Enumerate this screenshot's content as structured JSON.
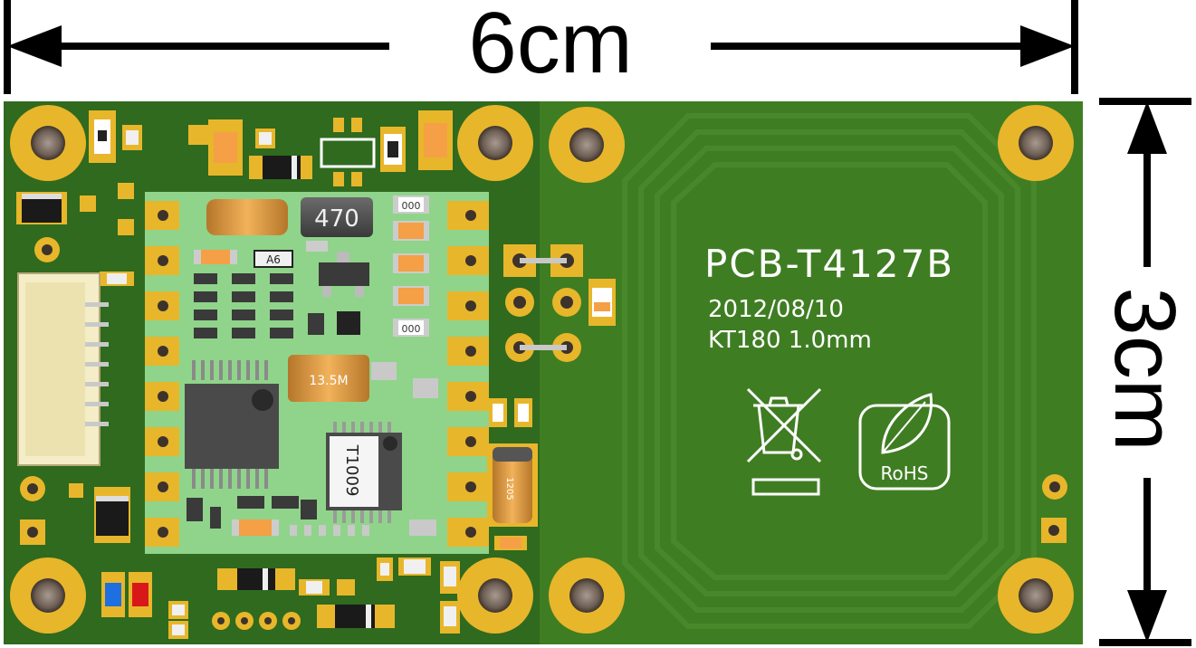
{
  "dimensions": {
    "width_label": "6cm",
    "height_label": "3cm"
  },
  "board": {
    "model": "PCB-T4127B",
    "date": "2012/08/10",
    "spec": "KT180 1.0mm",
    "rohs_label": "RoHS",
    "inductor_label": "470",
    "crystal_label": "13.5M",
    "chip_label": "T1009",
    "transistor_label": "A6",
    "resistor_label": "000",
    "cap_label": "1205"
  },
  "colors": {
    "board_dark": "#2f6a1f",
    "board_light": "#3f7d22",
    "module": "#8fd48a",
    "pad_gold": "#e8b62a",
    "silkscreen": "#ffffff"
  },
  "icons": {
    "weee": "crossed-out-bin-icon",
    "rohs": "rohs-leaf-icon"
  }
}
